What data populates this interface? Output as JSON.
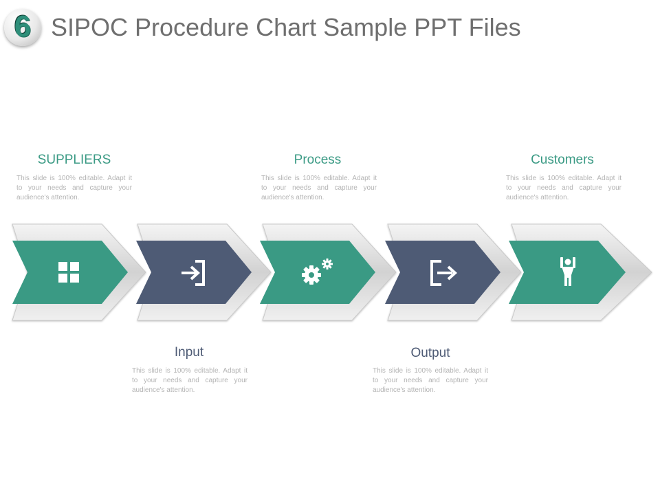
{
  "header": {
    "badge_number": "6",
    "title": "SIPOC Procedure Chart Sample PPT Files"
  },
  "colors": {
    "green": "#3a9a84",
    "navy": "#4e5b75",
    "gray": "#d6d6d6",
    "text_gray": "#b4b4b4"
  },
  "steps": [
    {
      "label": "SUPPLIERS",
      "description": "This slide is 100% editable. Adapt it to your needs and capture your audience's attention.",
      "icon": "grid-icon",
      "color": "green"
    },
    {
      "label": "Input",
      "description": "This slide is 100% editable. Adapt it to your needs and capture your audience's attention.",
      "icon": "sign-in-icon",
      "color": "navy"
    },
    {
      "label": "Process",
      "description": "This slide is 100% editable. Adapt it to your needs and capture your audience's attention.",
      "icon": "gears-icon",
      "color": "green"
    },
    {
      "label": "Output",
      "description": "This slide is 100% editable. Adapt it to your needs and capture your audience's attention.",
      "icon": "sign-out-icon",
      "color": "navy"
    },
    {
      "label": "Customers",
      "description": "This slide is 100% editable. Adapt it to your needs and capture your audience's attention.",
      "icon": "person-arms-up-icon",
      "color": "green"
    }
  ]
}
